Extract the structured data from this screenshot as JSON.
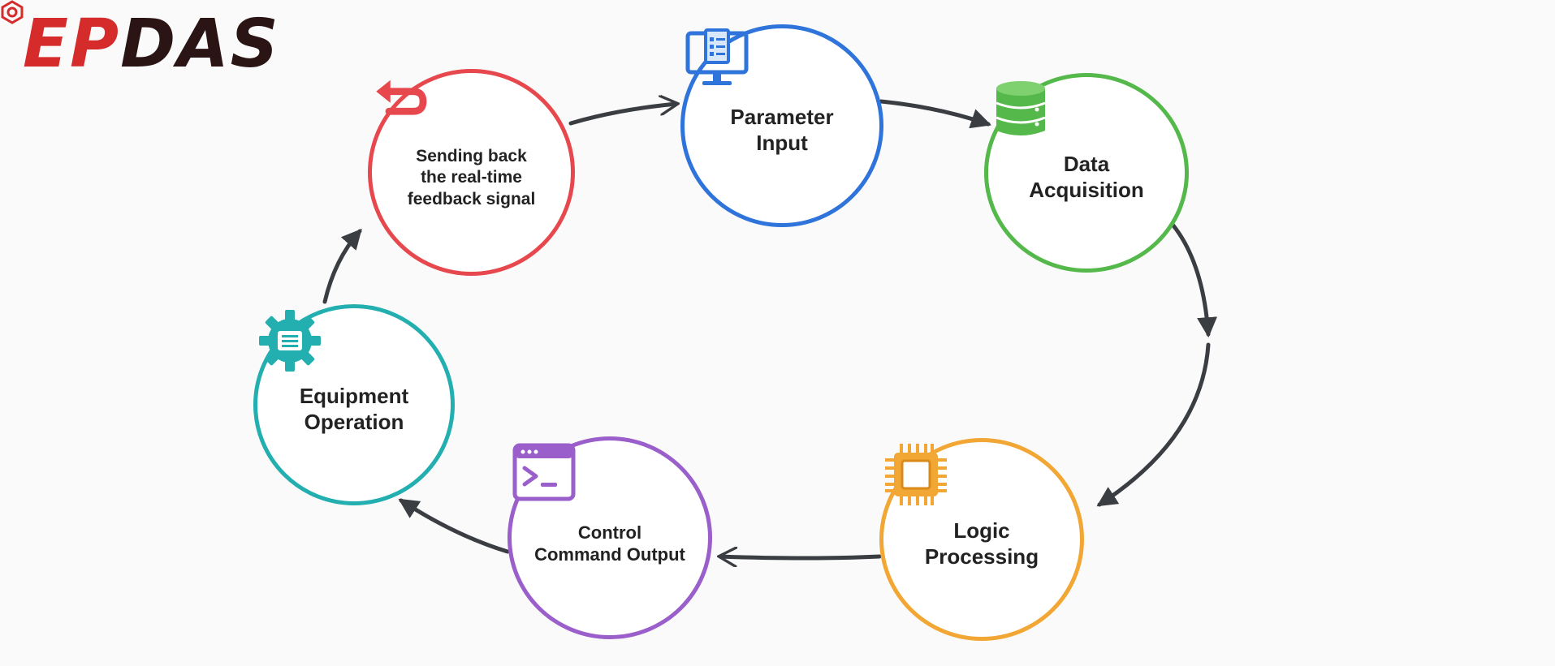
{
  "brand": {
    "logo_text_red": "EP",
    "logo_text_dark": "DAS",
    "colors": {
      "red": "#d62b2b",
      "dark": "#2a1414"
    }
  },
  "cycle": {
    "nodes": [
      {
        "id": "parameter-input",
        "lines": [
          "Parameter",
          "Input"
        ],
        "icon": "monitor-checklist-icon",
        "color": "#2f74db"
      },
      {
        "id": "data-acquisition",
        "lines": [
          "Data",
          "Acquisition"
        ],
        "icon": "database-icon",
        "color": "#55b84a"
      },
      {
        "id": "logic-processing",
        "lines": [
          "Logic",
          "Processing"
        ],
        "icon": "cpu-chip-icon",
        "color": "#f2a633"
      },
      {
        "id": "control-command-output",
        "lines": [
          "Control",
          "Command Output"
        ],
        "icon": "terminal-window-icon",
        "color": "#9a5fcb"
      },
      {
        "id": "equipment-operation",
        "lines": [
          "Equipment",
          "Operation"
        ],
        "icon": "gear-machine-icon",
        "color": "#23afb0"
      },
      {
        "id": "sending-back-feedback",
        "lines": [
          "Sending back",
          "the real-time",
          "feedback signal"
        ],
        "icon": "return-arrow-icon",
        "color": "#e7484e"
      }
    ],
    "arrow_color": "#3a3d42"
  }
}
